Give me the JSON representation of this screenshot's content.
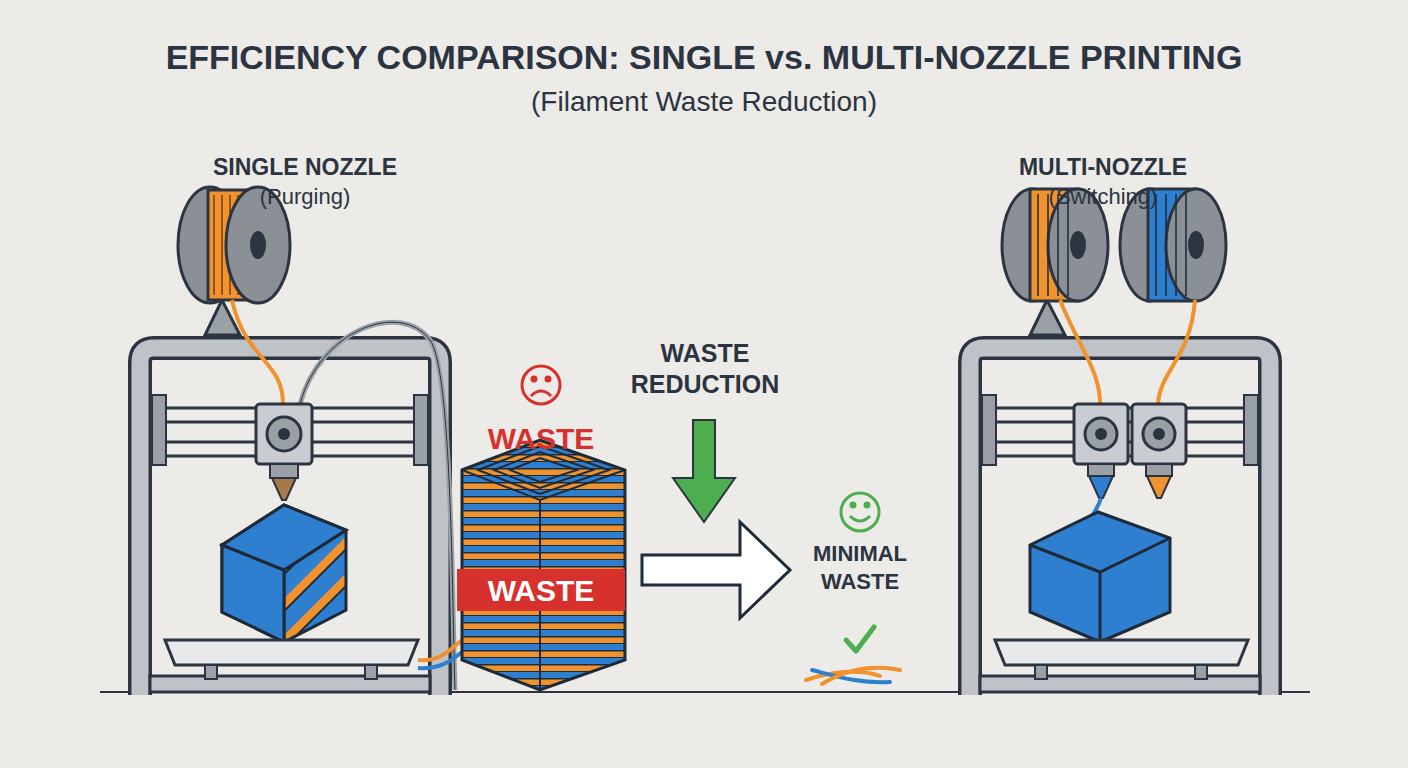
{
  "diagram": {
    "title": "EFFICIENCY COMPARISON: SINGLE vs. MULTI-NOZZLE PRINTING",
    "nodes": [
      {
        "text": [
          "WASTE"
        ]
      }
    ],
    "labels": [
      "(Filament Waste Reduction)",
      "SINGLE NOZZLE",
      "(Purging)",
      "WASTE",
      "WASTE REDUCTION",
      "MINIMAL WASTE",
      "MULTI-NOZZLE",
      "(Switching)"
    ]
  }
}
